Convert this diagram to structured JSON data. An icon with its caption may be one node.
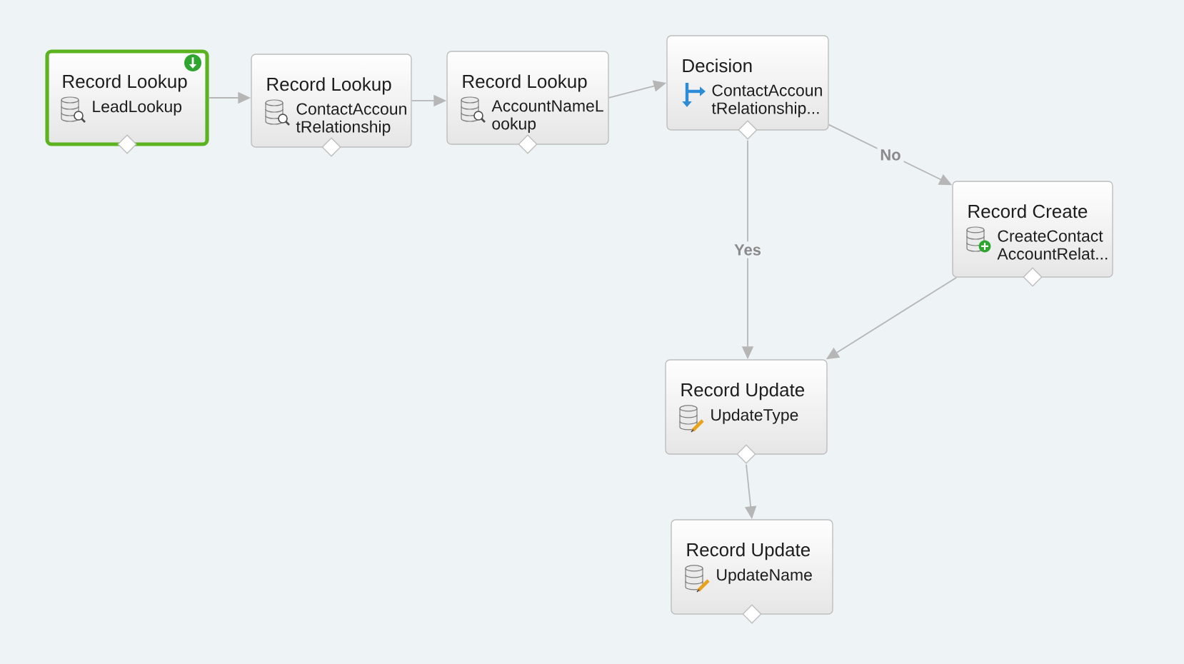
{
  "diagram": {
    "nodes": [
      {
        "text": [
          "Record Lookup",
          "LeadLookup"
        ]
      },
      {
        "text": [
          "Record Lookup",
          "ContactAccoun tRelationship"
        ]
      },
      {
        "text": [
          "Record Lookup",
          "AccountNameL ookup"
        ]
      },
      {
        "text": [
          "Decision",
          "ContactAccoun tRelationship..."
        ]
      },
      {
        "text": [
          "Record Create",
          "CreateContact AccountRelat..."
        ]
      },
      {
        "text": [
          "Record Update",
          "UpdateType"
        ]
      },
      {
        "text": [
          "Record Update",
          "UpdateName"
        ]
      }
    ],
    "edges": [
      {
        "from": 0,
        "to": 1,
        "arrow": "to"
      },
      {
        "from": 1,
        "to": 2,
        "arrow": "to"
      },
      {
        "from": 2,
        "to": 3,
        "arrow": "to"
      },
      {
        "from": 3,
        "to": 4,
        "arrow": "to",
        "label": "No"
      },
      {
        "from": 3,
        "to": 5,
        "arrow": "to",
        "label": "Yes"
      },
      {
        "from": 4,
        "to": 5,
        "arrow": "to"
      },
      {
        "from": 5,
        "to": 6,
        "arrow": "to"
      }
    ]
  }
}
